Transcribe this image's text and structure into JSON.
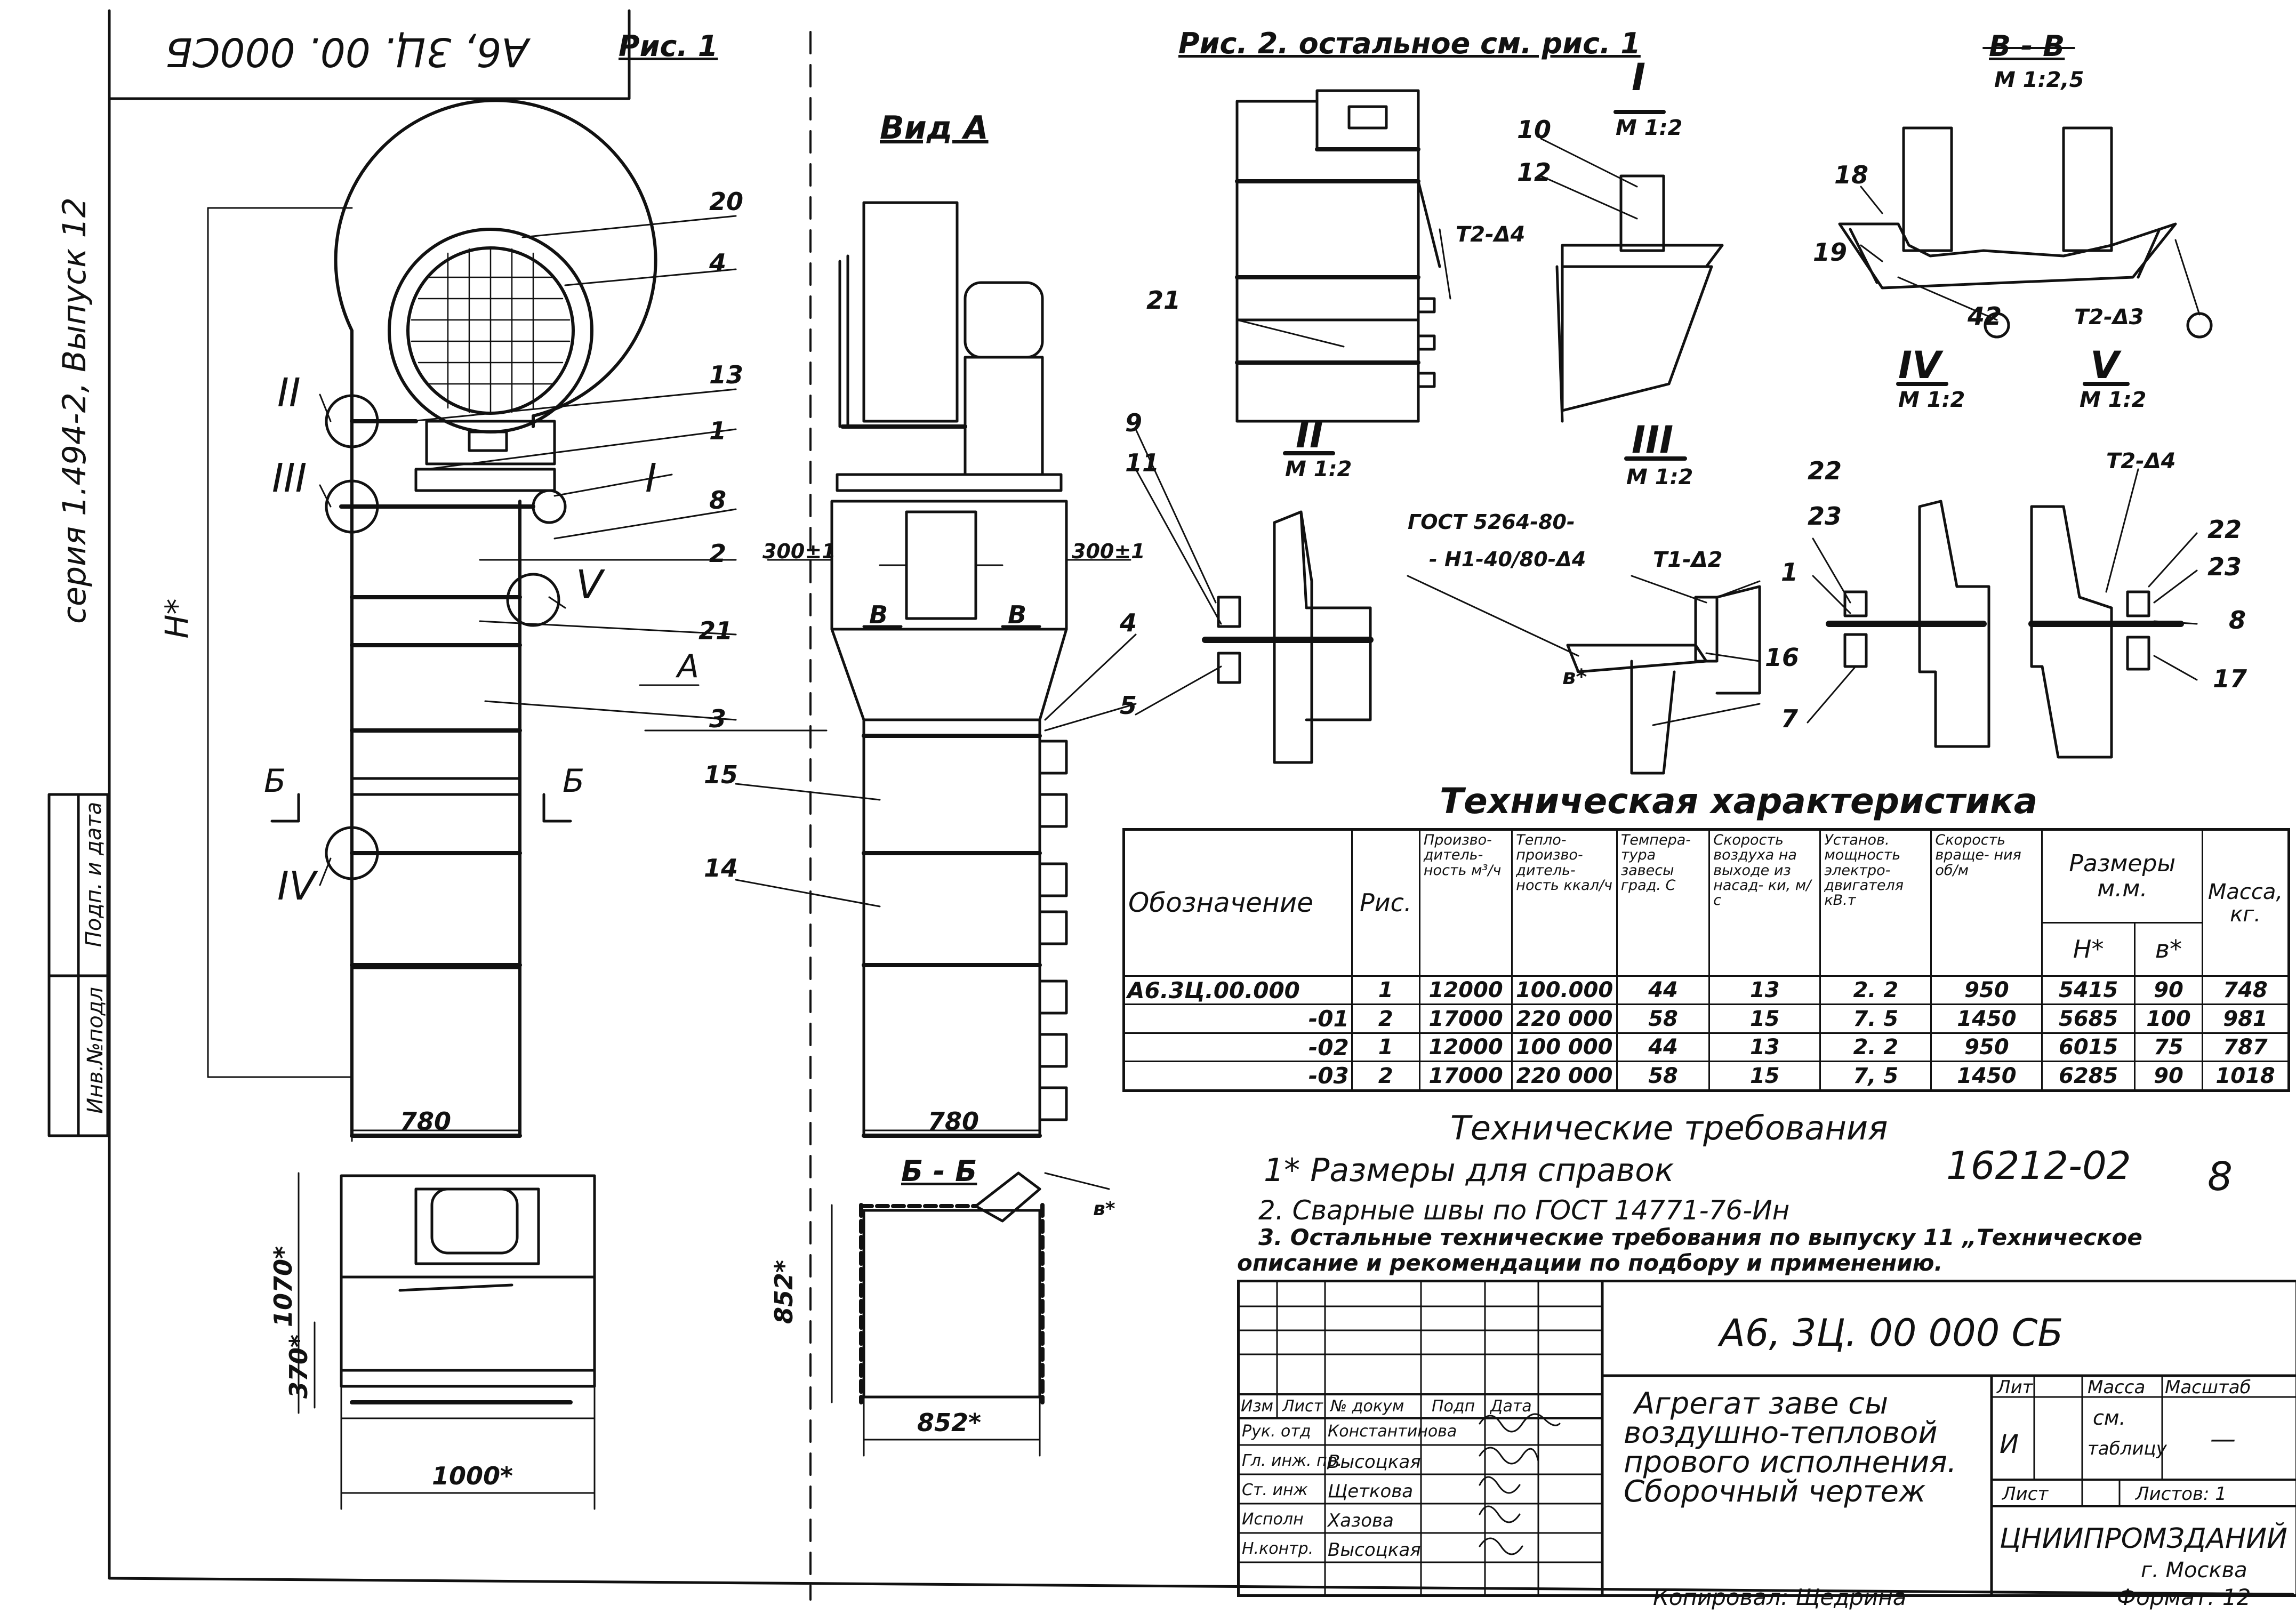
{
  "sheet": {
    "stamp": "А6, 3Ц. 00. 000СБ",
    "series": "серия 1.494-2, Выпуск 12",
    "side_stamp": [
      "Инв.№подл",
      "Подп. и дата"
    ]
  },
  "figures": {
    "fig1_title": "Рис. 1",
    "fig2_title": "Рис. 2. остальное см. рис. 1",
    "view_a": "Вид А",
    "section_vv": "В - В",
    "section_vv_scale": "М 1:2,5",
    "node_I": "I",
    "node_I_scale": "М 1:2",
    "node_II": "II",
    "node_II_scale": "М 1:2",
    "node_III": "III",
    "node_III_scale": "М 1:2",
    "node_IV": "IV",
    "node_IV_scale": "М 1:2",
    "node_V": "V",
    "node_V_scale": "М 1:2",
    "section_bb": "Б - Б"
  },
  "callouts": {
    "c1": "1",
    "c2": "2",
    "c3": "3",
    "c4": "4",
    "c5": "5",
    "c7": "7",
    "c8": "8",
    "c9": "9",
    "c10": "10",
    "c11": "11",
    "c12": "12",
    "c13": "13",
    "c14": "14",
    "c15": "15",
    "c16": "16",
    "c17": "17",
    "c18": "18",
    "c19": "19",
    "c20": "20",
    "c21": "21",
    "c22": "22",
    "c23": "23",
    "c42": "42"
  },
  "annotations": {
    "weld_t2_d4": "Т2-Δ4",
    "weld_t2_d3": "Т2-Δ3",
    "weld_t1_d2": "Т1-Δ2",
    "gost_weld_1": "ГОСТ 5264-80-",
    "gost_weld_2": "- Н1-40/80-Δ4",
    "dim_300_left": "300±1",
    "dim_300_right": "300±1",
    "dim_780_front": "780",
    "dim_780_side": "780",
    "dim_h": "Н*",
    "dim_b": "в*",
    "dim_b2": "в*",
    "dim_1070": "1070*",
    "dim_370": "370*",
    "dim_1000": "1000*",
    "dim_852_v": "852*",
    "dim_852_h": "852*",
    "arrow_a": "А",
    "sec_b_left": "Б",
    "sec_b_right": "Б",
    "sec_v_left": "В",
    "sec_v_right": "В",
    "roman_II": "II",
    "roman_III": "III",
    "roman_I": "I",
    "roman_V": "V",
    "roman_IV": "IV"
  },
  "spec_table": {
    "title": "Техническая характеристика",
    "headers": {
      "designation": "Обозначение",
      "fig": "Рис.",
      "capacity": "Произво- дитель- ность м³/ч",
      "heat": "Тепло- произво- дитель- ность ккал/ч",
      "temp": "Темпера- тура завесы град. С",
      "air_speed": "Скорость воздуха на выходе из насад- ки, м/с",
      "motor_power": "Установ. мощность электро- двигателя кВ.т",
      "rotation": "Скорость враще- ния об/м",
      "dims": "Размеры м.м.",
      "h": "Н*",
      "b": "в*",
      "mass": "Масса, кг."
    },
    "rows": [
      {
        "designation": "А6.3Ц.00.000",
        "fig": "1",
        "capacity": "12000",
        "heat": "100.000",
        "temp": "44",
        "speed": "13",
        "power": "2. 2",
        "rotation": "950",
        "h": "5415",
        "b": "90",
        "mass": "748"
      },
      {
        "designation": "-01",
        "fig": "2",
        "capacity": "17000",
        "heat": "220 000",
        "temp": "58",
        "speed": "15",
        "power": "7. 5",
        "rotation": "1450",
        "h": "5685",
        "b": "100",
        "mass": "981"
      },
      {
        "designation": "-02",
        "fig": "1",
        "capacity": "12000",
        "heat": "100 000",
        "temp": "44",
        "speed": "13",
        "power": "2. 2",
        "rotation": "950",
        "h": "6015",
        "b": "75",
        "mass": "787"
      },
      {
        "designation": "-03",
        "fig": "2",
        "capacity": "17000",
        "heat": "220 000",
        "temp": "58",
        "speed": "15",
        "power": "7, 5",
        "rotation": "1450",
        "h": "6285",
        "b": "90",
        "mass": "1018"
      }
    ]
  },
  "requirements": {
    "title": "Технические требования",
    "item1": "1* Размеры для справок",
    "item2": "2. Сварные швы по ГОСТ 14771-76-Ин",
    "item3a": "3. Остальные технические требования по выпуску 11 „Техническое",
    "item3b": "описание и рекомендации по подбору и применению.",
    "drawing_no": "16212-02",
    "page_no": "8"
  },
  "title_block": {
    "code": "А6, 3Ц. 00 000 СБ",
    "name_1": "Агрегат заве сы",
    "name_2": "воздушно-тепловой",
    "name_3": "прового исполнения.",
    "name_4": "Сборочный чертеж",
    "head_izm": "Изм",
    "head_list": "Лист",
    "head_doc": "№ докум",
    "head_podp": "Подп",
    "head_date": "Дата",
    "roles": [
      {
        "role": "Рук. отд",
        "name": "Константинова"
      },
      {
        "role": "Гл. инж. пр.",
        "name": "Высоцкая"
      },
      {
        "role": "Ст. инж",
        "name": "Щеткова"
      },
      {
        "role": "Исполн",
        "name": "Хазова"
      },
      {
        "role": "Н.контр.",
        "name": "Высоцкая"
      }
    ],
    "lit_label": "Лит",
    "massa_label": "Масса",
    "masshtab_label": "Масштаб",
    "lit_value": "И",
    "massa_value_1": "см.",
    "massa_value_2": "таблицу",
    "masshtab_value": "—",
    "list_label": "Лист",
    "listov_label": "Листов: 1",
    "org": "ЦНИИПРОМЗДАНИЙ",
    "city": "г. Москва",
    "copied": "Копировал: Щедрина",
    "format": "Формат: 12"
  }
}
